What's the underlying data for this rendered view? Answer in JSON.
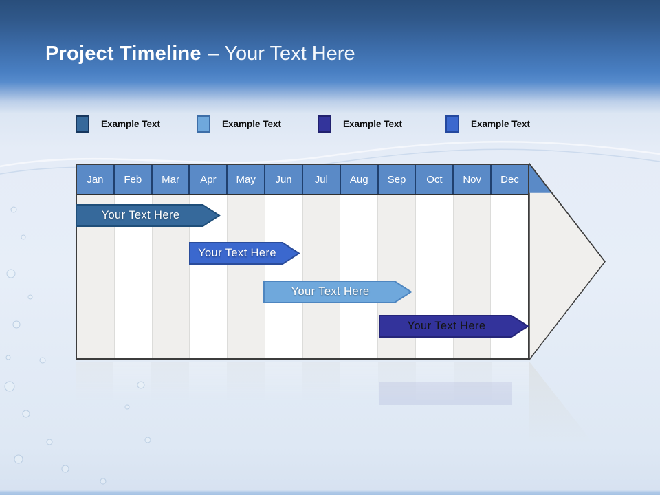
{
  "slide_title": {
    "primary": "Project Timeline",
    "secondary": "– Your Text Here"
  },
  "legend": {
    "items": [
      {
        "label": "Example Text",
        "color": "#36699B",
        "border": "#17375E"
      },
      {
        "label": "Example Text",
        "color": "#6FA8DC",
        "border": "#3D6EA8"
      },
      {
        "label": "Example Text",
        "color": "#33349B",
        "border": "#21216E"
      },
      {
        "label": "Example Text",
        "color": "#3B68CE",
        "border": "#24489E"
      }
    ]
  },
  "timeline": {
    "months": [
      "Jan",
      "Feb",
      "Mar",
      "Apr",
      "May",
      "Jun",
      "Jul",
      "Aug",
      "Sep",
      "Oct",
      "Nov",
      "Dec"
    ],
    "header_color": "#5A8AC7",
    "bars": [
      {
        "label": "Your Text Here",
        "fill": "#36699B",
        "stroke": "#1F4E79",
        "text_color": "#FFFFFF"
      },
      {
        "label": "Your Text Here",
        "fill": "#3B68CE",
        "stroke": "#2A4C9B",
        "text_color": "#FFFFFF"
      },
      {
        "label": "Your Text Here",
        "fill": "#6FA8DC",
        "stroke": "#4E86C0",
        "text_color": "#FFFFFF"
      },
      {
        "label": "Your Text Here",
        "fill": "#33339B",
        "stroke": "#252579",
        "text_color": "#141414"
      }
    ]
  },
  "chart_data": {
    "type": "bar",
    "subtype": "gantt-timeline",
    "title": "Project Timeline – Your Text Here",
    "categories": [
      "Jan",
      "Feb",
      "Mar",
      "Apr",
      "May",
      "Jun",
      "Jul",
      "Aug",
      "Sep",
      "Oct",
      "Nov",
      "Dec"
    ],
    "x_axis_range_months": [
      0,
      12
    ],
    "legend_position": "top",
    "legend_entries": [
      "Example Text",
      "Example Text",
      "Example Text",
      "Example Text"
    ],
    "series": [
      {
        "name": "Your Text Here",
        "start": "Jan",
        "end": "Apr",
        "x_range": [
          0.0,
          3.85
        ],
        "row": 1,
        "color": "#36699B"
      },
      {
        "name": "Your Text Here",
        "start": "Apr",
        "end": "Jun",
        "x_range": [
          3.0,
          5.95
        ],
        "row": 2,
        "color": "#3B68CE"
      },
      {
        "name": "Your Text Here",
        "start": "Jun",
        "end": "Sep",
        "x_range": [
          4.95,
          8.9
        ],
        "row": 3,
        "color": "#6FA8DC"
      },
      {
        "name": "Your Text Here",
        "start": "Sep",
        "end": "Dec",
        "x_range": [
          8.0,
          12.0
        ],
        "row": 4,
        "color": "#33339B"
      }
    ]
  }
}
